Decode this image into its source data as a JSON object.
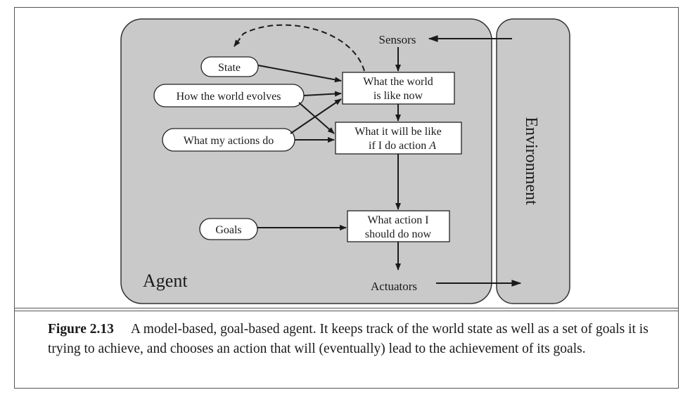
{
  "diagram": {
    "agent_label": "Agent",
    "environment_label": "Environment",
    "sensors_label": "Sensors",
    "actuators_label": "Actuators",
    "inputs": {
      "state": "State",
      "world_evolves": "How the world evolves",
      "actions_do": "What my actions do",
      "goals": "Goals"
    },
    "boxes": {
      "world_now": [
        "What the world",
        "is like now"
      ],
      "if_action": [
        "What it will be like",
        "if I do action "
      ],
      "if_action_var": "A",
      "action_now": [
        "What action I",
        "should do now"
      ]
    },
    "colors": {
      "agent_fill": "#c9c9c9",
      "environment_fill": "#c9c9c9",
      "stroke": "#1a1a1a",
      "box_fill": "#ffffff"
    }
  },
  "caption": {
    "label": "Figure 2.13",
    "text": "A model-based, goal-based agent. It keeps track of the world state as well as a set of goals it is trying to achieve, and chooses an action that will (eventually) lead to the achievement of its goals."
  }
}
